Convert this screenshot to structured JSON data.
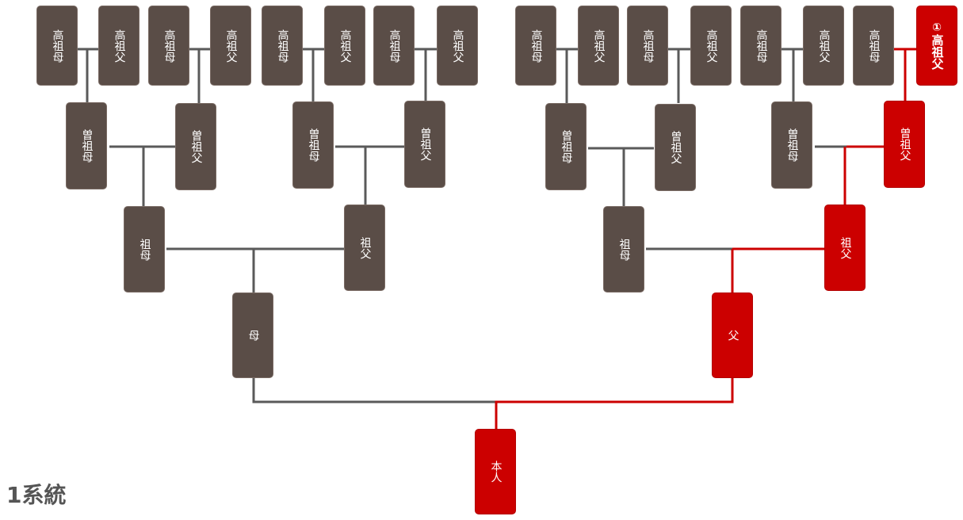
{
  "caption": "1系統",
  "colors": {
    "node": "#5a4d47",
    "highlight": "#cc0000",
    "line": "#5a5a5a",
    "highlight_line": "#cc0000"
  },
  "nodes": [
    {
      "id": "gg1",
      "label": "高祖母",
      "generation": 4,
      "highlight": false
    },
    {
      "id": "gg2",
      "label": "高祖父",
      "generation": 4,
      "highlight": false
    },
    {
      "id": "gg3",
      "label": "高祖母",
      "generation": 4,
      "highlight": false
    },
    {
      "id": "gg4",
      "label": "高祖父",
      "generation": 4,
      "highlight": false
    },
    {
      "id": "gg5",
      "label": "高祖母",
      "generation": 4,
      "highlight": false
    },
    {
      "id": "gg6",
      "label": "高祖父",
      "generation": 4,
      "highlight": false
    },
    {
      "id": "gg7",
      "label": "高祖母",
      "generation": 4,
      "highlight": false
    },
    {
      "id": "gg8",
      "label": "高祖父",
      "generation": 4,
      "highlight": false
    },
    {
      "id": "gg9",
      "label": "高祖母",
      "generation": 4,
      "highlight": false
    },
    {
      "id": "gg10",
      "label": "高祖父",
      "generation": 4,
      "highlight": false
    },
    {
      "id": "gg11",
      "label": "高祖母",
      "generation": 4,
      "highlight": false
    },
    {
      "id": "gg12",
      "label": "高祖父",
      "generation": 4,
      "highlight": false
    },
    {
      "id": "gg13",
      "label": "高祖母",
      "generation": 4,
      "highlight": false
    },
    {
      "id": "gg14",
      "label": "高祖父",
      "generation": 4,
      "highlight": false
    },
    {
      "id": "gg15",
      "label": "高祖母",
      "generation": 4,
      "highlight": false
    },
    {
      "id": "gg16",
      "label": "高祖父",
      "generation": 4,
      "highlight": true,
      "marker": "①"
    },
    {
      "id": "g1",
      "label": "曽祖母",
      "generation": 3,
      "highlight": false
    },
    {
      "id": "g2",
      "label": "曽祖父",
      "generation": 3,
      "highlight": false
    },
    {
      "id": "g3",
      "label": "曽祖母",
      "generation": 3,
      "highlight": false
    },
    {
      "id": "g4",
      "label": "曽祖父",
      "generation": 3,
      "highlight": false
    },
    {
      "id": "g5",
      "label": "曽祖母",
      "generation": 3,
      "highlight": false
    },
    {
      "id": "g6",
      "label": "曽祖父",
      "generation": 3,
      "highlight": false
    },
    {
      "id": "g7",
      "label": "曽祖母",
      "generation": 3,
      "highlight": false
    },
    {
      "id": "g8",
      "label": "曽祖父",
      "generation": 3,
      "highlight": true
    },
    {
      "id": "p1",
      "label": "祖母",
      "generation": 2,
      "highlight": false
    },
    {
      "id": "p2",
      "label": "祖父",
      "generation": 2,
      "highlight": false
    },
    {
      "id": "p3",
      "label": "祖母",
      "generation": 2,
      "highlight": false
    },
    {
      "id": "p4",
      "label": "祖父",
      "generation": 2,
      "highlight": true
    },
    {
      "id": "m",
      "label": "母",
      "generation": 1,
      "highlight": false
    },
    {
      "id": "f",
      "label": "父",
      "generation": 1,
      "highlight": true
    },
    {
      "id": "self",
      "label": "本人",
      "generation": 0,
      "highlight": true
    }
  ]
}
